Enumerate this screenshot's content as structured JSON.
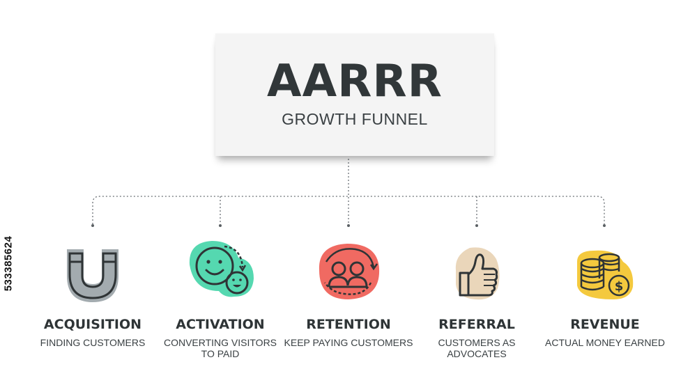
{
  "title": {
    "main": "AARRR",
    "sub": "GROWTH FUNNEL"
  },
  "stages": [
    {
      "label": "ACQUISITION",
      "description": "FINDING CUSTOMERS",
      "icon": "magnet-icon",
      "color": "#9aa2a6"
    },
    {
      "label": "ACTIVATION",
      "description": "CONVERTING VISITORS\nTO PAID",
      "icon": "smiley-faces-icon",
      "color": "#4fd6ad"
    },
    {
      "label": "RETENTION",
      "description": "KEEP PAYING CUSTOMERS",
      "icon": "users-cycle-icon",
      "color": "#ef6b63"
    },
    {
      "label": "REFERRAL",
      "description": "CUSTOMERS AS\nADVOCATES",
      "icon": "thumbs-up-icon",
      "color": "#e8d3b8"
    },
    {
      "label": "REVENUE",
      "description": "ACTUAL MONEY EARNED",
      "icon": "coins-dollar-icon",
      "color": "#f3c941"
    }
  ],
  "side_id": "533385624"
}
